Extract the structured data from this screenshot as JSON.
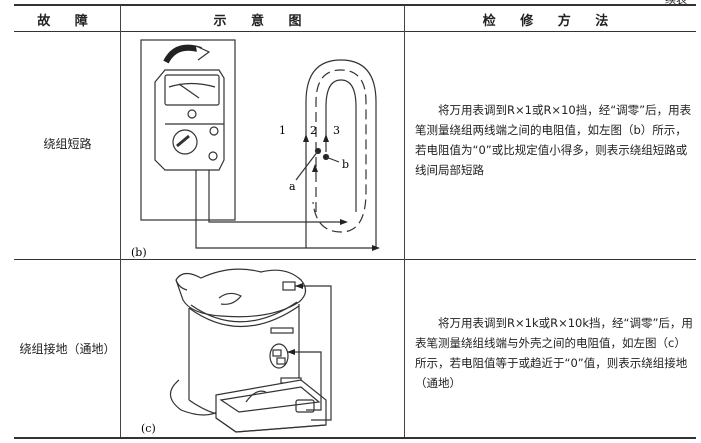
{
  "table": {
    "continued_label": "续表",
    "headers": [
      "故 障",
      "示 意 图",
      "检 修 方 法"
    ],
    "rows": [
      {
        "fault": "绕组短路",
        "figure_label": "(b)",
        "figure_marks": {
          "path1": "1",
          "path2": "2",
          "path3": "3",
          "point_a": "a",
          "point_b": "b"
        },
        "method": "将万用表调到R×1或R×10挡，经“调零”后，用表笔测量绕组两线端之间的电阻值，如左图（b）所示，若电阻值为“0”或比规定值小得多，则表示绕组短路或线间局部短路"
      },
      {
        "fault": "绕组接地（通地）",
        "figure_label": "(c)",
        "method": "将万用表调到R×1k或R×10k挡，经“调零”后，用表笔测量绕组线端与外壳之间的电阻值，如左图（c）所示，若电阻值等于或趋近于“0”值，则表示绕组接地（通地）"
      }
    ]
  }
}
